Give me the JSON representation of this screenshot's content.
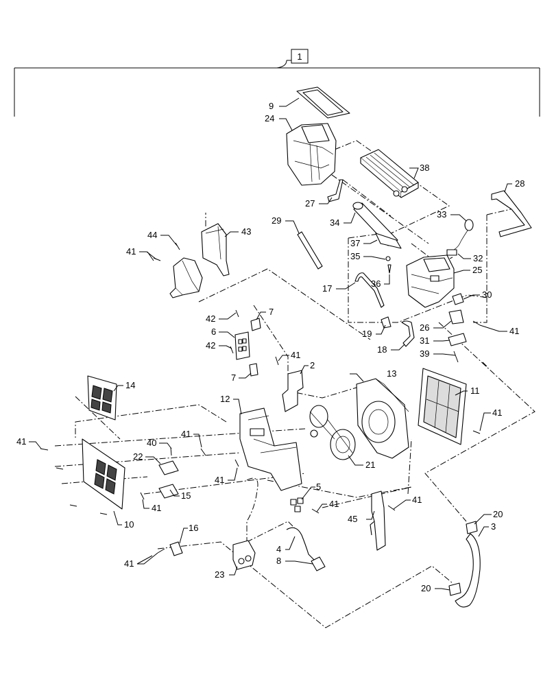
{
  "diagram": {
    "assembly_label": "1",
    "callouts": {
      "c2": "2",
      "c3": "3",
      "c4": "4",
      "c5": "5",
      "c6": "6",
      "c7a": "7",
      "c7b": "7",
      "c8": "8",
      "c9": "9",
      "c10": "10",
      "c11": "11",
      "c12": "12",
      "c13": "13",
      "c14": "14",
      "c15": "15",
      "c16": "16",
      "c17": "17",
      "c18": "18",
      "c19": "19",
      "c20a": "20",
      "c20b": "20",
      "c21": "21",
      "c22": "22",
      "c23": "23",
      "c24": "24",
      "c25": "25",
      "c26": "26",
      "c27": "27",
      "c28": "28",
      "c29": "29",
      "c30": "30",
      "c31": "31",
      "c32": "32",
      "c33": "33",
      "c34": "34",
      "c35": "35",
      "c36": "36",
      "c37": "37",
      "c38": "38",
      "c39": "39",
      "c40": "40",
      "c41a": "41",
      "c41b": "41",
      "c41c": "41",
      "c41d": "41",
      "c41e": "41",
      "c41f": "41",
      "c41g": "41",
      "c41h": "41",
      "c41i": "41",
      "c41j": "41",
      "c42a": "42",
      "c42b": "42",
      "c43": "43",
      "c44": "44",
      "c45": "45"
    }
  }
}
